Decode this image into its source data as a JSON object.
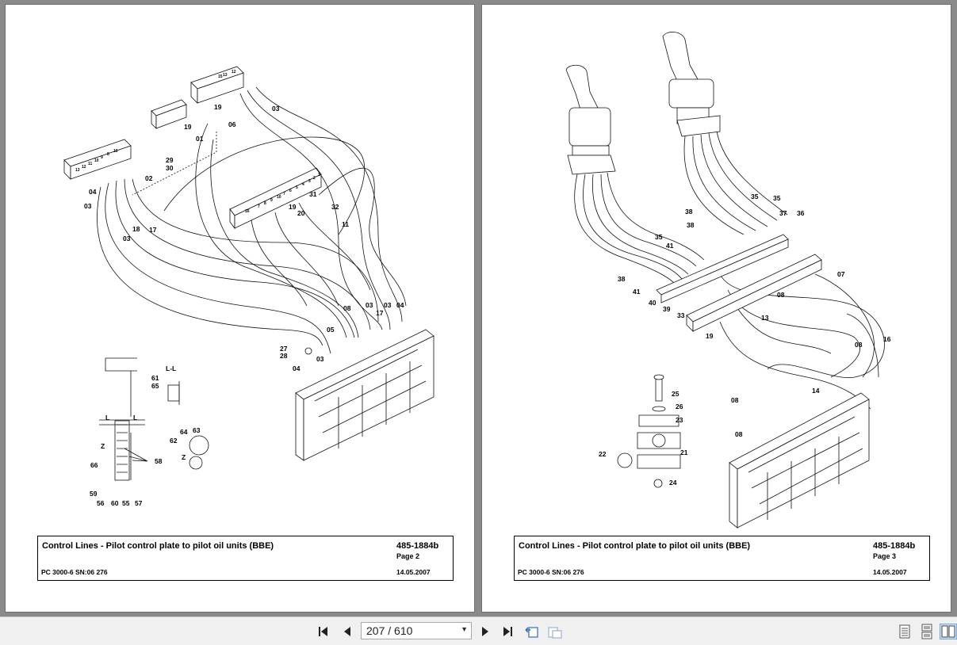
{
  "viewer": {
    "page_indicator": "207 / 610"
  },
  "pages": [
    {
      "title": "Control Lines - Pilot control plate to pilot oil units (BBE)",
      "model": "PC 3000-6 SN:06 276",
      "doc_number": "485-1884b",
      "page_label": "Page 2",
      "date": "14.05.2007",
      "callouts": [
        "19",
        "19",
        "03",
        "06",
        "01",
        "29",
        "30",
        "02",
        "04",
        "03",
        "03",
        "18",
        "17",
        "31",
        "19",
        "20",
        "32",
        "11",
        "08",
        "03",
        "17",
        "03",
        "04",
        "05",
        "27",
        "28",
        "03",
        "04",
        "L-L",
        "61",
        "65",
        "L",
        "L",
        "Z",
        "66",
        "58",
        "64",
        "63",
        "62",
        "Z",
        "59",
        "56",
        "60",
        "55",
        "57",
        "16",
        "15",
        "13",
        "12",
        "7",
        "8",
        "9",
        "10",
        "13",
        "12",
        "11",
        "10",
        "9",
        "8",
        "16",
        "7",
        "6",
        "5",
        "4",
        "3",
        "2",
        "1"
      ]
    },
    {
      "title": "Control Lines - Pilot control plate to pilot oil units (BBE)",
      "model": "PC 3000-6 SN:06 276",
      "doc_number": "485-1884b",
      "page_label": "Page 3",
      "date": "14.05.2007",
      "callouts": [
        "35",
        "35",
        "38",
        "37",
        "36",
        "38",
        "35",
        "41",
        "38",
        "41",
        "40",
        "39",
        "33",
        "07",
        "08",
        "19",
        "13",
        "16",
        "08",
        "14",
        "08",
        "08",
        "25",
        "26",
        "23",
        "22",
        "21",
        "24"
      ]
    }
  ],
  "icons": {
    "first_page": "first-page-icon",
    "prev_page": "prev-page-icon",
    "next_page": "next-page-icon",
    "last_page": "last-page-icon",
    "go_back": "go-back-icon",
    "go_forward": "go-forward-icon",
    "single_page": "single-page-view-icon",
    "continuous": "continuous-view-icon",
    "two_page": "two-page-view-icon"
  }
}
